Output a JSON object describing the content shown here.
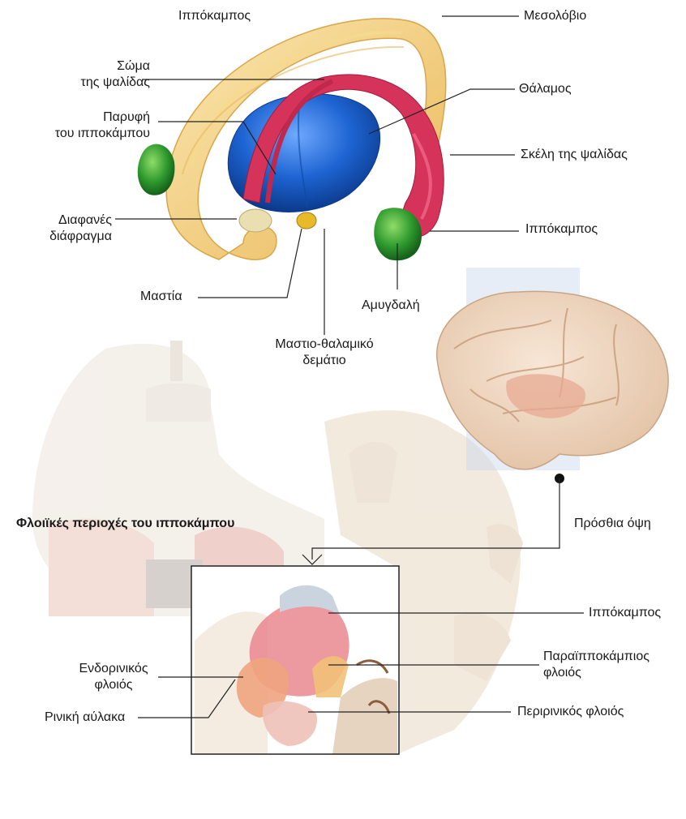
{
  "labels": {
    "hippocampus_top": "Ιππόκαμπος",
    "fornix_body": "Σώμα\nτης ψαλίδας",
    "fimbria": "Παρυφή\nτου ιπποκάμπου",
    "septum": "Διαφανές\nδιάφραγμα",
    "mammillary": "Μαστία",
    "mammillothalamic": "Μαστιο-θαλαμικό\nδεμάτιο",
    "corpus_callosum": "Μεσολόβιο",
    "thalamus": "Θάλαμος",
    "fornix_crus": "Σκέλη της ψαλίδας",
    "hippocampus_right": "Ιππόκαμπος",
    "amygdala": "Αμυγδαλή",
    "section_title": "Φλοιϊκές περιοχές του ιπποκάμπου",
    "anterior_view": "Πρόσθια όψη",
    "hippocampus_inset": "Ιππόκαμπος",
    "parahippocampal": "Παραϊπποκάμπιος\nφλοιός",
    "entorhinal": "Ενδορινικός\nφλοιός",
    "perirhinal": "Περιρινικός φλοιός",
    "rhinal_sulcus": "Ρινική αύλακα"
  },
  "colors": {
    "corpus_callosum": "#f2cf7a",
    "fornix": "#d6335a",
    "thalamus": "#1e64d2",
    "amygdala": "#2f9a2e",
    "mammillary": "#e8b92a",
    "brain_tissue": "#eee3d6",
    "hippocampus_region": "#e9878f",
    "entorhinal_region": "#f0a47e",
    "parahippocampal_region": "#f2c178"
  }
}
